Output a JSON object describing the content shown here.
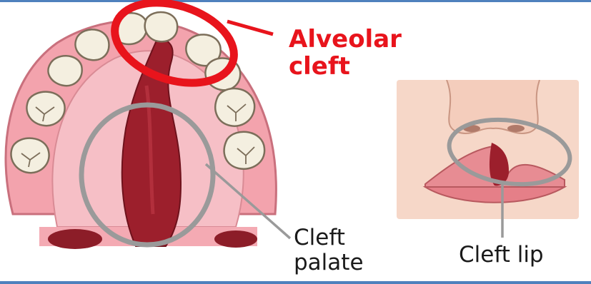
{
  "labels": {
    "alveolar_cleft": "Alveolar\ncleft",
    "cleft_palate": "Cleft\npalate",
    "cleft_lip": "Cleft lip"
  },
  "colors": {
    "accent_bar": "#4f81bd",
    "highlight_ring": "#e8141c",
    "annotation_ring": "#9a9a9a",
    "gum": "#f3a3ad",
    "cleft": "#9c1f2c",
    "tooth": "#f4efe0",
    "skin": "#f6d7c8"
  },
  "icons": {
    "palate": "palate-illustration",
    "lip": "lip-illustration"
  }
}
